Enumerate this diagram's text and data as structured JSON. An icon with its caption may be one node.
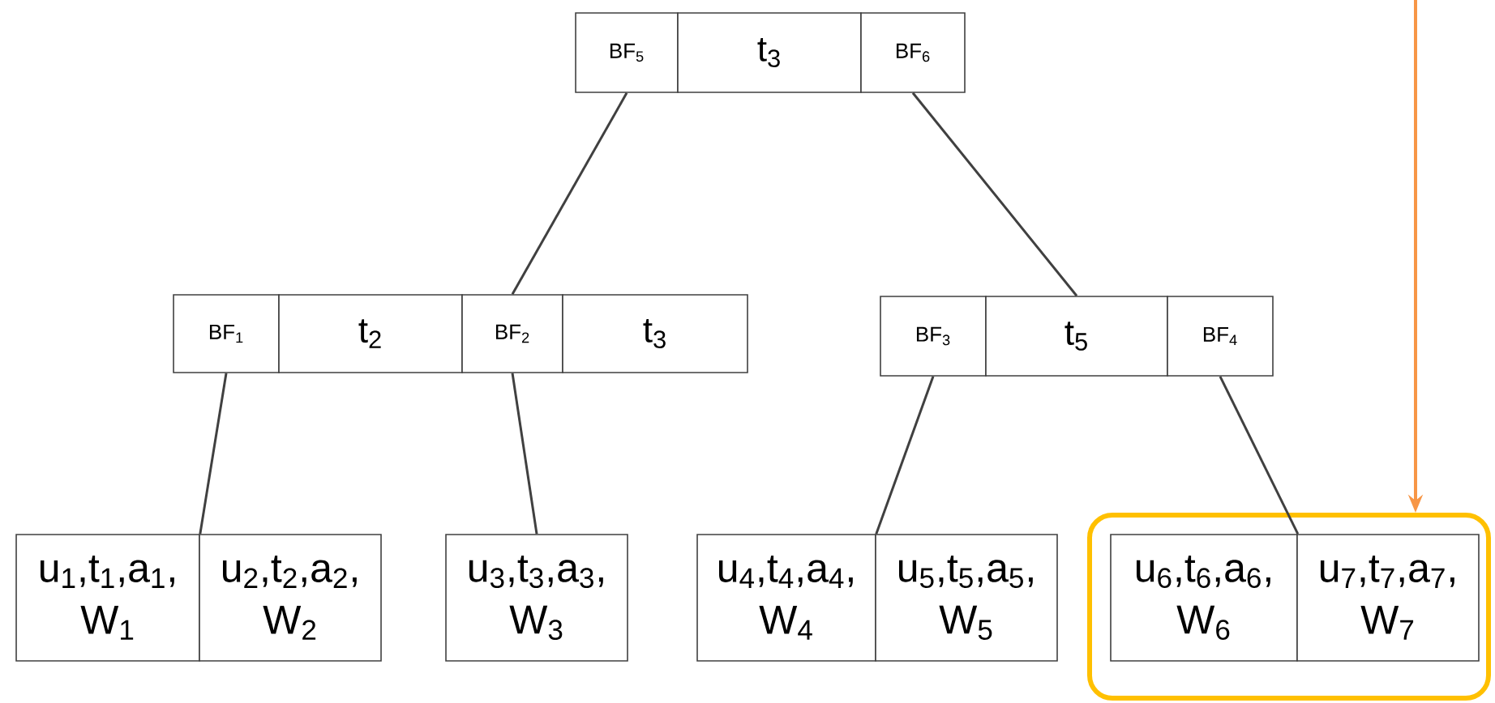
{
  "diagram": {
    "nodes": [
      {
        "text": [
          "BF$_{5}$"
        ]
      },
      {
        "text": [
          "t$_{3}$"
        ]
      },
      {
        "text": [
          "BF$_{6}$"
        ]
      },
      {
        "text": [
          "BF$_{1}$"
        ]
      },
      {
        "text": [
          "t$_{2}$"
        ]
      },
      {
        "text": [
          "BF$_{2}$"
        ]
      },
      {
        "text": [
          "t$_{3}$"
        ]
      },
      {
        "text": [
          "BF$_{3}$"
        ]
      },
      {
        "text": [
          "t$_{5}$"
        ]
      },
      {
        "text": [
          "BF$_{4}$"
        ]
      },
      {
        "text": [
          "u$_{1}$,t$_{1}$,a$_{1}$, W$_{1}$"
        ]
      },
      {
        "text": [
          "u$_{2}$,t$_{2}$,a$_{2}$, W$_{2}$"
        ]
      },
      {
        "text": [
          "u$_{3}$,t$_{3}$,a$_{3}$, W$_{3}$"
        ]
      },
      {
        "text": [
          "u$_{4}$,t$_{4}$,a$_{4}$, W$_{4}$"
        ]
      },
      {
        "text": [
          "u$_{5}$,t$_{5}$,a$_{5}$, W$_{5}$"
        ]
      },
      {
        "text": [],
        "shape": "box"
      },
      {
        "text": [
          "u$_{6}$,t$_{6}$,a$_{6}$, W$_{6}$"
        ],
        "in": 15
      },
      {
        "text": [
          "u$_{7}$,t$_{7}$,a$_{7}$, W$_{7}$"
        ],
        "in": 15
      }
    ],
    "edges": [
      {
        "from": 0,
        "to": 5,
        "arrow": "none"
      },
      {
        "from": 2,
        "to": 8,
        "arrow": "none"
      },
      {
        "from": 3,
        "to": 10,
        "arrow": "none"
      },
      {
        "from": 5,
        "to": 12,
        "arrow": "none"
      },
      {
        "from": 7,
        "to": 13,
        "arrow": "none"
      },
      {
        "from": 9,
        "to": 16,
        "arrow": "none"
      },
      {
        "from": null,
        "to": 15,
        "arrow": "to",
        "color": "#f79646"
      }
    ]
  }
}
